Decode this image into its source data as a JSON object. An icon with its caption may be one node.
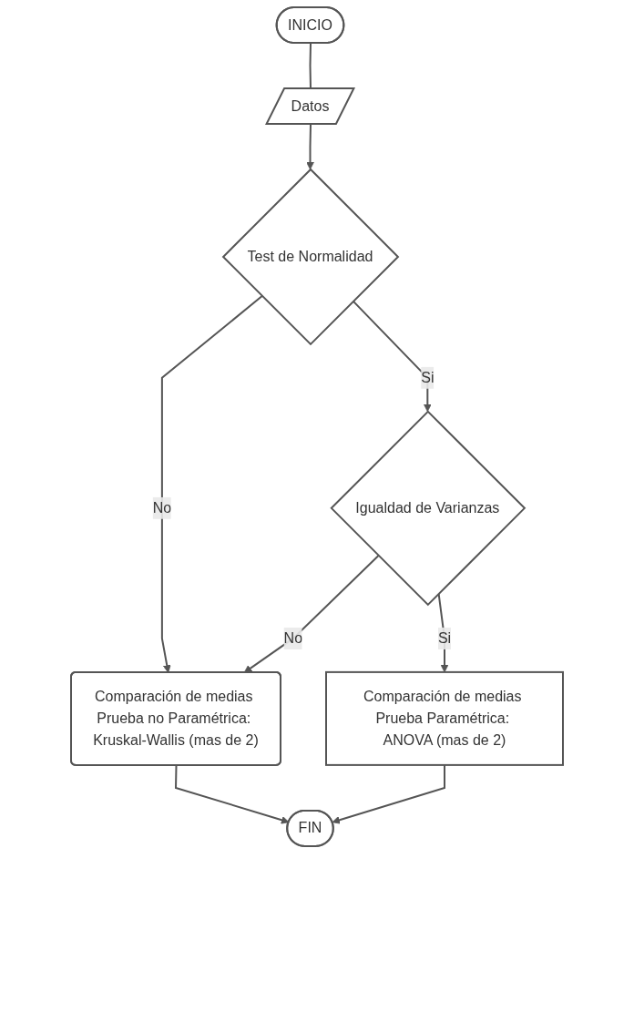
{
  "diagram": {
    "nodes": [
      {
        "text": [
          "INICIO"
        ]
      },
      {
        "text": [
          "Datos"
        ]
      },
      {
        "text": [
          "Test de Normalidad"
        ]
      },
      {
        "text": [
          "Comparación de medias Prueba no Paramétrica: Kruskal-Wallis (mas de 2)"
        ]
      },
      {
        "text": [
          "Igualdad de Varianzas"
        ]
      },
      {
        "text": [
          "Comparación de medias Prueba Paramétrica: ANOVA (mas de 2)"
        ]
      },
      {
        "text": [
          "FIN"
        ]
      }
    ],
    "edges": [
      {
        "from": 0,
        "to": 1,
        "arrow": "none"
      },
      {
        "from": 1,
        "to": 2,
        "arrow": "to"
      },
      {
        "from": 2,
        "to": 3,
        "arrow": "to",
        "label": "No"
      },
      {
        "from": 2,
        "to": 4,
        "arrow": "to",
        "label": "Si"
      },
      {
        "from": 4,
        "to": 3,
        "arrow": "to",
        "label": "No"
      },
      {
        "from": 4,
        "to": 5,
        "arrow": "to",
        "label": "Si"
      },
      {
        "from": 5,
        "to": 6,
        "arrow": "to"
      },
      {
        "from": 3,
        "to": 6,
        "arrow": "to"
      }
    ]
  }
}
